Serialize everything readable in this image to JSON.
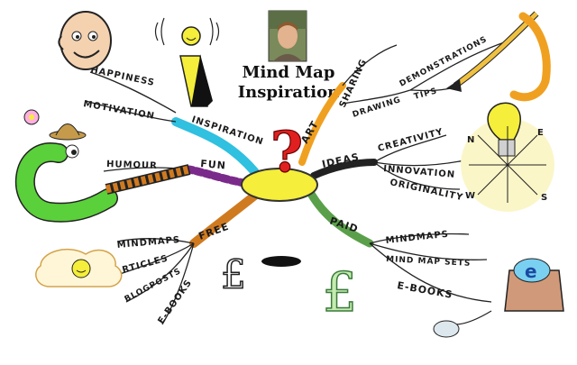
{
  "title": {
    "line1": "Mind Map",
    "line2": "Inspiration"
  },
  "center": {
    "symbol": "?"
  },
  "branches": {
    "art": {
      "label": "ART",
      "subs": {
        "sharing": "SHARING",
        "drawing": "DRAWING",
        "demonstrations": "DEMONSTRATIONS",
        "tips": "TIPS"
      }
    },
    "ideas": {
      "label": "IDEAS",
      "subs": {
        "creativity": "CREATIVITY",
        "innovation": "INNOVATION",
        "originality": "ORIGINALITY"
      }
    },
    "paid": {
      "label": "PAID",
      "subs": {
        "mindmaps": "MINDMAPS",
        "mindmapsets": "MIND MAP SETS",
        "ebooks": "E-BOOKS"
      }
    },
    "free": {
      "label": "FREE",
      "subs": {
        "mindmaps": "MINDMAPS",
        "articles": "ARTICLES",
        "blogposts": "BLOGPOSTS",
        "ebooks": "E-BOOKS"
      }
    },
    "fun": {
      "label": "FUN",
      "subs": {
        "humour": "HUMOUR"
      }
    },
    "inspiration": {
      "label": "INSPIRATION",
      "subs": {
        "motivation": "MOTIVATION",
        "happiness": "HAPPINESS"
      }
    }
  },
  "compass": {
    "n": "N",
    "e": "E",
    "s": "S",
    "w": "W"
  },
  "colors": {
    "center": "#f5ee3a",
    "question": "#e02020",
    "art": "#f0a020",
    "ideas": "#222222",
    "paid": "#5aa04a",
    "free": "#d07a20",
    "fun": "#7a2a8a",
    "inspiration": "#30c0e0"
  }
}
